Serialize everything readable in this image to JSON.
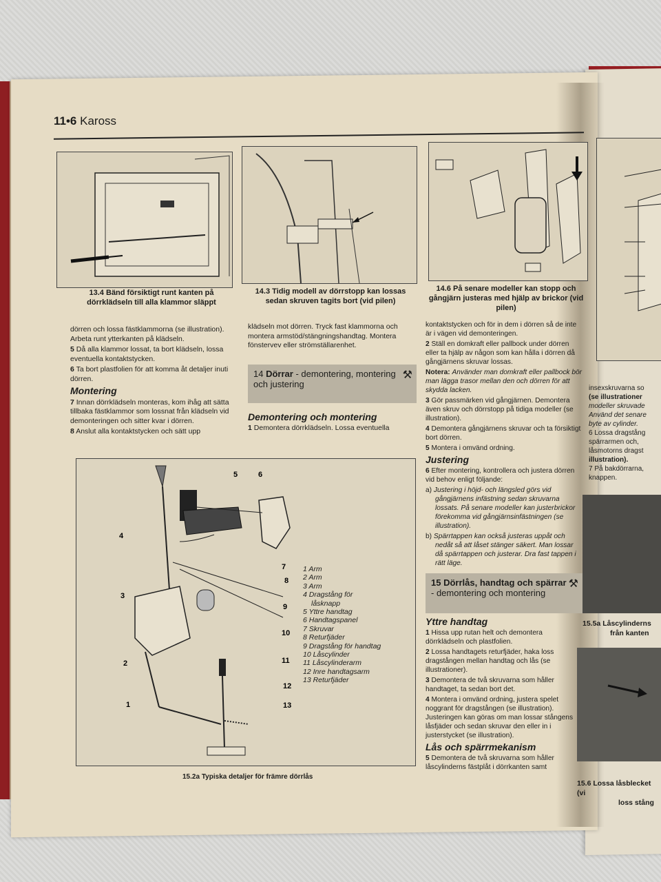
{
  "header": {
    "page_no": "11•6",
    "chapter": "Kaross"
  },
  "figures": {
    "f13_4": {
      "num": "13.4",
      "text": "Bänd försiktigt runt kanten på dörrklädseln till alla klammor släppt"
    },
    "f14_3": {
      "num": "14.3",
      "text": "Tidig modell av dörrstopp kan lossas sedan skruven tagits bort (vid pilen)"
    },
    "f14_6": {
      "num": "14.6",
      "text": "På senare modeller kan stopp och gångjärn justeras med hjälp av brickor (vid pilen)"
    },
    "f15_2a": {
      "num": "15.2a",
      "text": "Typiska detaljer för främre dörrlås"
    }
  },
  "col1": {
    "p1": "dörren och lossa fästklammorna (se illustration). Arbeta runt ytterkanten på klädseln.",
    "p5_n": "5",
    "p5": "Då alla klammor lossat, ta bort klädseln, lossa eventuella kontaktstycken.",
    "p6_n": "6",
    "p6": "Ta bort plastfolien för att komma åt detaljer inuti dörren.",
    "h_montering": "Montering",
    "p7_n": "7",
    "p7": "Innan dörrklädseln monteras, kom ihåg att sätta tillbaka fästklammor som lossnat från klädseln vid demonteringen och sitter kvar i dörren.",
    "p8_n": "8",
    "p8": "Anslut alla kontaktstycken och sätt upp"
  },
  "col2": {
    "p1": "klädseln mot dörren. Tryck fast klammorna och montera armstöd/stängningshandtag. Montera fönstervev eller strömställarenhet.",
    "sec14_num": "14",
    "sec14_title": "Dörrar",
    "sec14_sub": "- demontering, montering och justering",
    "h_dem": "Demontering och montering",
    "p1b_n": "1",
    "p1b": "Demontera dörrklädseln. Lossa eventuella"
  },
  "col3": {
    "p1": "kontaktstycken och för in dem i dörren så de inte är i vägen vid demonteringen.",
    "p2_n": "2",
    "p2": "Ställ en domkraft eller pallbock under dörren eller ta hjälp av någon som kan hålla i dörren då gångjärnens skruvar lossas.",
    "note_label": "Notera:",
    "note": "Använder man domkraft eller pallbock bör man lägga trasor mellan den och dörren för att skydda lacken.",
    "p3_n": "3",
    "p3": "Gör passmärken vid gångjärnen. Demontera även skruv och dörrstopp på tidiga modeller (se illustration).",
    "p4_n": "4",
    "p4": "Demontera gångjärnens skruvar och ta försiktigt bort dörren.",
    "p5_n": "5",
    "p5": "Montera i omvänd ordning.",
    "h_just": "Justering",
    "p6_n": "6",
    "p6": "Efter montering, kontrollera och justera dörren vid behov enligt följande:",
    "a_lbl": "a)",
    "a": "Justering i höjd- och längsled görs vid gångjärnens infästning sedan skruvarna lossats. På senare modeller kan justerbrickor förekomma vid gångjärnsinfästningen (se illustration).",
    "b_lbl": "b)",
    "b": "Spärrtappen kan också justeras uppåt och nedåt så att låset stänger säkert. Man lossar då spärrtappen och justerar. Dra fast tappen i rätt läge.",
    "sec15_num": "15",
    "sec15_title": "Dörrlås, handtag och spärrar",
    "sec15_sub": "- demontering och montering",
    "h_ytter": "Yttre handtag",
    "q1_n": "1",
    "q1": "Hissa upp rutan helt och demontera dörrklädseln och plastfolien.",
    "q2_n": "2",
    "q2": "Lossa handtagets returfjäder, haka loss dragstången mellan handtag och lås (se illustrationer).",
    "q3_n": "3",
    "q3": "Demontera de två skruvarna som håller handtaget, ta sedan bort det.",
    "q4_n": "4",
    "q4": "Montera i omvänd ordning, justera spelet noggrant för dragstången (se illustration). Justeringen kan göras om man lossar stångens låsfjäder och sedan skruvar den eller in i justerstycket (se illustration).",
    "h_las": "Lås och spärrmekanism",
    "q5_n": "5",
    "q5": "Demontera de två skruvarna som håller låscylinderns fästplåt i dörrkanten samt"
  },
  "parts": [
    "1 Arm",
    "2 Arm",
    "3 Arm",
    "4 Dragstång för",
    "låsknapp",
    "5 Yttre handtag",
    "6 Handtagspanel",
    "7 Skruvar",
    "8 Returfjäder",
    "9 Dragstång för handtag",
    "10 Låscylinder",
    "11 Låscylinderarm",
    "12 Inre handtagsarm",
    "13 Returfjäder"
  ],
  "callouts": [
    "1",
    "2",
    "3",
    "4",
    "5",
    "6",
    "7",
    "8",
    "9",
    "10",
    "11",
    "12",
    "13"
  ],
  "right_page": {
    "lines": [
      "insexskruvarna so",
      "(se illustrationer",
      "modeller skruvade",
      "Använd det senare",
      "byte av cylinder.",
      "6 Lossa dragstång",
      "spärrarmen och,",
      "låsmotorns dragst",
      "illustration).",
      "7 På bakdörrarna,",
      "knappen."
    ],
    "cap1": "15.5a Låscylinderns",
    "cap1b": "från kanten",
    "cap2": "15.6 Lossa låsblecket (vi",
    "cap2b": "loss stång"
  }
}
